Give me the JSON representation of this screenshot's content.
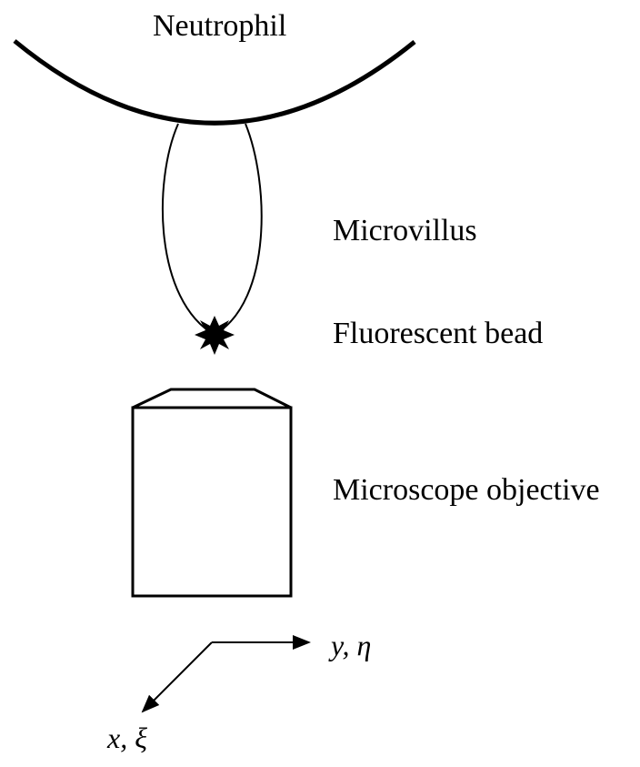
{
  "labels": {
    "neutrophil": "Neutrophil",
    "microvillus": "Microvillus",
    "bead": "Fluorescent bead",
    "objective": "Microscope objective",
    "axis_horizontal": "y, η",
    "axis_diagonal": "x, ξ"
  },
  "colors": {
    "ink": "#000000",
    "background": "#ffffff"
  }
}
